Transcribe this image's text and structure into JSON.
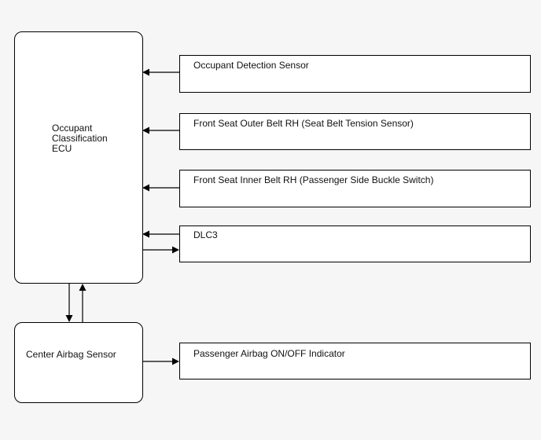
{
  "ecu": {
    "line1": "Occupant",
    "line2": "Classification",
    "line3": "ECU"
  },
  "center_airbag_sensor": "Center Airbag Sensor",
  "inputs": {
    "occupant_detection_sensor": "Occupant Detection Sensor",
    "front_seat_outer_belt": "Front Seat Outer Belt RH (Seat Belt Tension Sensor)",
    "front_seat_inner_belt": "Front Seat Inner Belt RH (Passenger Side Buckle Switch)",
    "dlc3": "DLC3"
  },
  "outputs": {
    "passenger_airbag_indicator": "Passenger Airbag ON/OFF Indicator"
  }
}
